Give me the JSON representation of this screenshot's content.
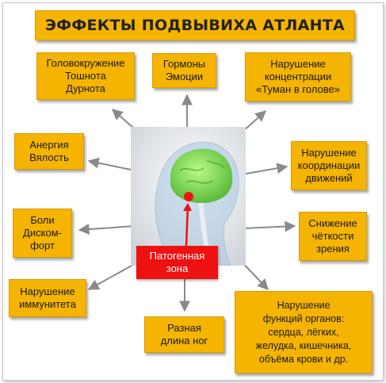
{
  "title": "ЭФФЕКТЫ ПОДВЫВИХА АТЛАНТА",
  "nodes": {
    "dizziness": "Головокружение\nТошнота\nДурнота",
    "hormones": "Гормоны\nЭмоции",
    "concentration": "Нарушение\nконцентрации\n«Туман в голове»",
    "anergy": "Анергия\nВялость",
    "coordination": "Нарушение\nкоординации\nдвижений",
    "pain": "Боли\nДиском-\nфорт",
    "vision": "Снижение\nчёткости\nзрения",
    "immunity": "Нарушение\nиммунитета",
    "legs": "Разная\nдлина ног",
    "organs": "Нарушение\nфункций органов:\nсердца, лёгких,\nжелудка, кишечника,\nобъёма крови и др."
  },
  "pathogenic_zone": "Патогенная\nзона",
  "colors": {
    "box_fill": "#f5b400",
    "zone_fill": "#ee1111",
    "arrow": "#8a8a8a",
    "brain": "#7fe04a"
  }
}
